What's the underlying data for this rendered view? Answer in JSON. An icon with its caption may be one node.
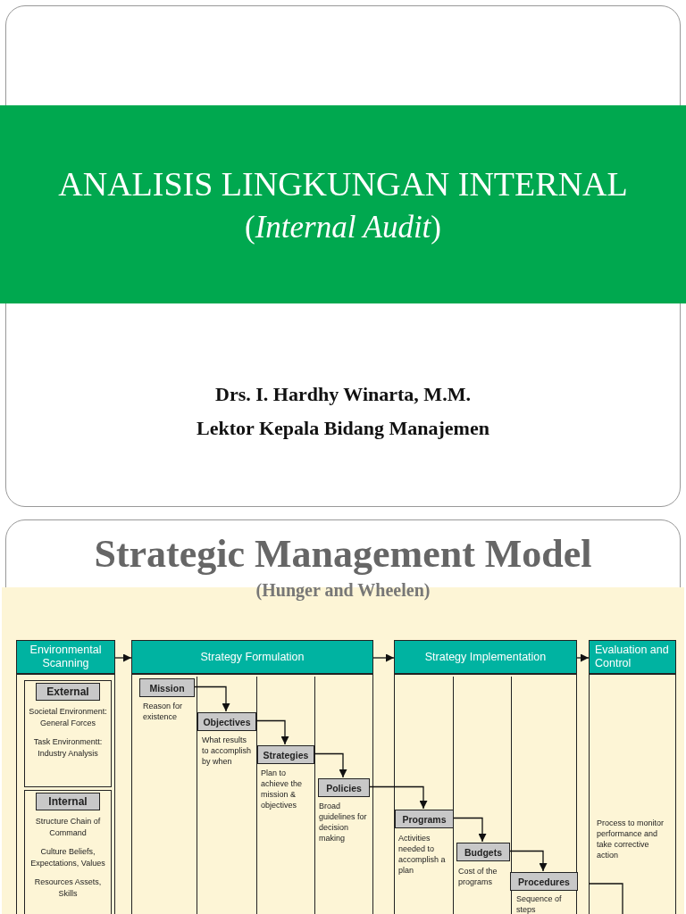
{
  "diagram": {
    "title": "ANALISIS LINGKUNGAN INTERNAL",
    "nodes": [
      {
        "text": [
          "Environmental Scanning"
        ]
      },
      {
        "text": [
          "External",
          "Societal Environment: General Forces",
          "Task Environmentt: Industry Analysis"
        ],
        "in": 0
      },
      {
        "text": [
          "Internal",
          "Structure Chain of Command",
          "Culture Beliefs, Expectations, Values",
          "Resources Assets, Skills"
        ],
        "in": 0
      },
      {
        "text": [
          "Strategy Formulation"
        ]
      },
      {
        "text": [
          "Mission"
        ],
        "in": 3,
        "beside": [
          "Reason for existence"
        ]
      },
      {
        "text": [
          "Objectives"
        ],
        "in": 3,
        "beside": [
          "What results to accomplish by when"
        ]
      },
      {
        "text": [
          "Strategies"
        ],
        "in": 3,
        "beside": [
          "Plan to achieve the mission & objectives"
        ]
      },
      {
        "text": [
          "Policies"
        ],
        "in": 3,
        "beside": [
          "Broad guidelines for decision making"
        ]
      },
      {
        "text": [
          "Strategy Implementation"
        ]
      },
      {
        "text": [
          "Programs"
        ],
        "in": 8,
        "beside": [
          "Activities needed to accomplish a plan"
        ]
      },
      {
        "text": [
          "Budgets"
        ],
        "in": 8,
        "beside": [
          "Cost of the programs"
        ]
      },
      {
        "text": [
          "Procedures"
        ],
        "in": 8,
        "beside": [
          "Sequence of steps"
        ]
      },
      {
        "text": [
          "Evaluation and Control",
          "Process to monitor performance and take corrective action"
        ]
      }
    ],
    "edges": [
      {
        "from": 0,
        "to": 3,
        "arrow": "to"
      },
      {
        "from": 3,
        "to": 8,
        "arrow": "to"
      },
      {
        "from": 8,
        "to": 12,
        "arrow": "to"
      },
      {
        "from": 4,
        "to": 5,
        "arrow": "to"
      },
      {
        "from": 5,
        "to": 6,
        "arrow": "to"
      },
      {
        "from": 6,
        "to": 7,
        "arrow": "to"
      },
      {
        "from": 7,
        "to": 9,
        "arrow": "to"
      },
      {
        "from": 9,
        "to": 10,
        "arrow": "to"
      },
      {
        "from": 10,
        "to": 11,
        "arrow": "to"
      },
      {
        "from": 12,
        "to": null,
        "arrow": "none"
      }
    ],
    "labels": [
      "(*Internal Audit*)",
      "Drs. I. Hardhy Winarta, M.M.",
      "Lektor Kepala Bidang Manajemen",
      "Strategic Management Model",
      "(Hunger and Wheelen)"
    ]
  }
}
